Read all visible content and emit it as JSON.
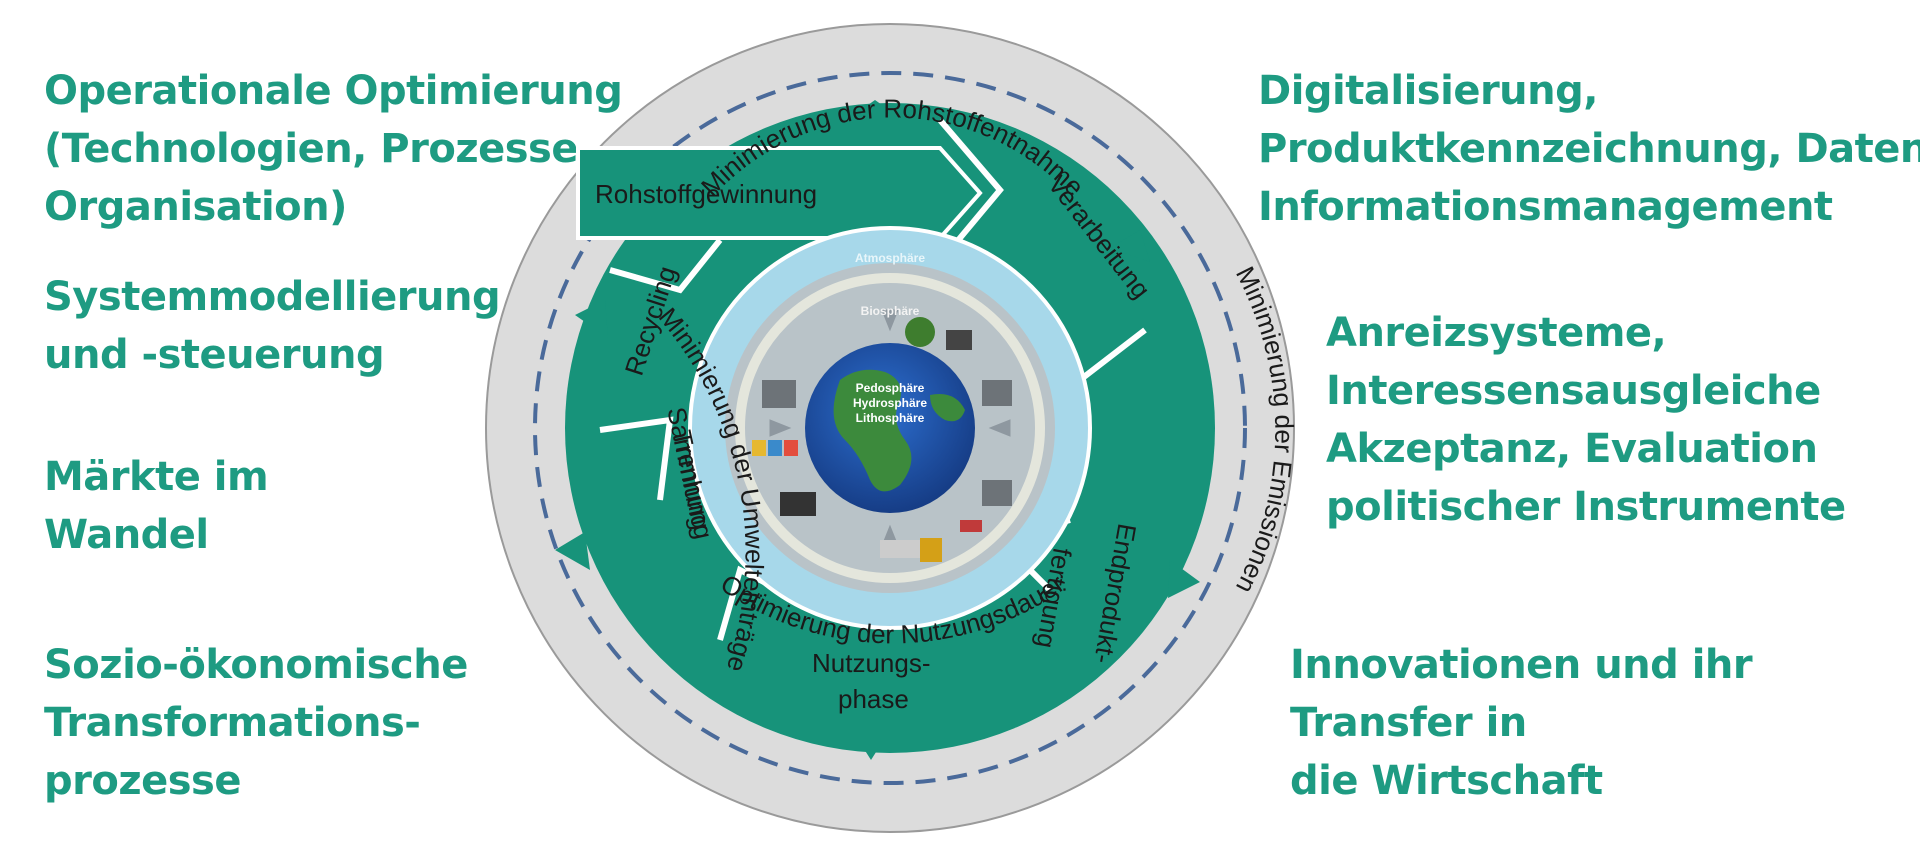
{
  "left_topics": [
    {
      "lines": [
        "Operationale Optimierung",
        "(Technologien, Prozesse,",
        "Organisation)"
      ]
    },
    {
      "lines": [
        "Systemmodellierung",
        "und -steuerung"
      ]
    },
    {
      "lines": [
        "Märkte im",
        "Wandel"
      ]
    },
    {
      "lines": [
        "Sozio-ökonomische",
        "Transformations-",
        "prozesse"
      ]
    }
  ],
  "right_topics": [
    {
      "lines": [
        "Digitalisierung,",
        "Produktkennzeichnung, Daten-/",
        "Informationsmanagement"
      ]
    },
    {
      "lines": [
        "Anreizsysteme,",
        "Interessensausgleiche",
        "Akzeptanz, Evaluation",
        "politischer Instrumente"
      ]
    },
    {
      "lines": [
        "Innovationen und ihr",
        "Transfer in",
        "die Wirtschaft"
      ]
    }
  ],
  "outer_ring": {
    "top": "Minimierung der Rohstoffentnahme",
    "right": "Minimierung der Emissionen",
    "bottom": "Optimierung der Nutzungsdauer",
    "left": "Minimierung der Umwelteinträge"
  },
  "stages": {
    "raw": "Rohstoffgewinnung",
    "processing": "Verarbeitung",
    "final1": "Endprodukt-",
    "final2": "fertigung",
    "use1": "Nutzungs-",
    "use2": "phase",
    "collect1": "Sammlung",
    "collect2": "Trennung",
    "recycling": "Recycling"
  },
  "inner": {
    "atmosphere": "Atmosphäre",
    "biosphere": "Biosphäre",
    "pedosphere": "Pedosphäre",
    "hydrosphere": "Hydrosphäre",
    "lithosphere": "Lithosphäre"
  },
  "colors": {
    "accent_green": "#1e9b82",
    "ring_green": "#17937a",
    "outer_grey": "#dcdcdc",
    "dash_blue": "#4a6a9a",
    "light_blue": "#a7d8ea",
    "earth_blue": "#1c4fa8",
    "land_green": "#3c8a3c"
  }
}
